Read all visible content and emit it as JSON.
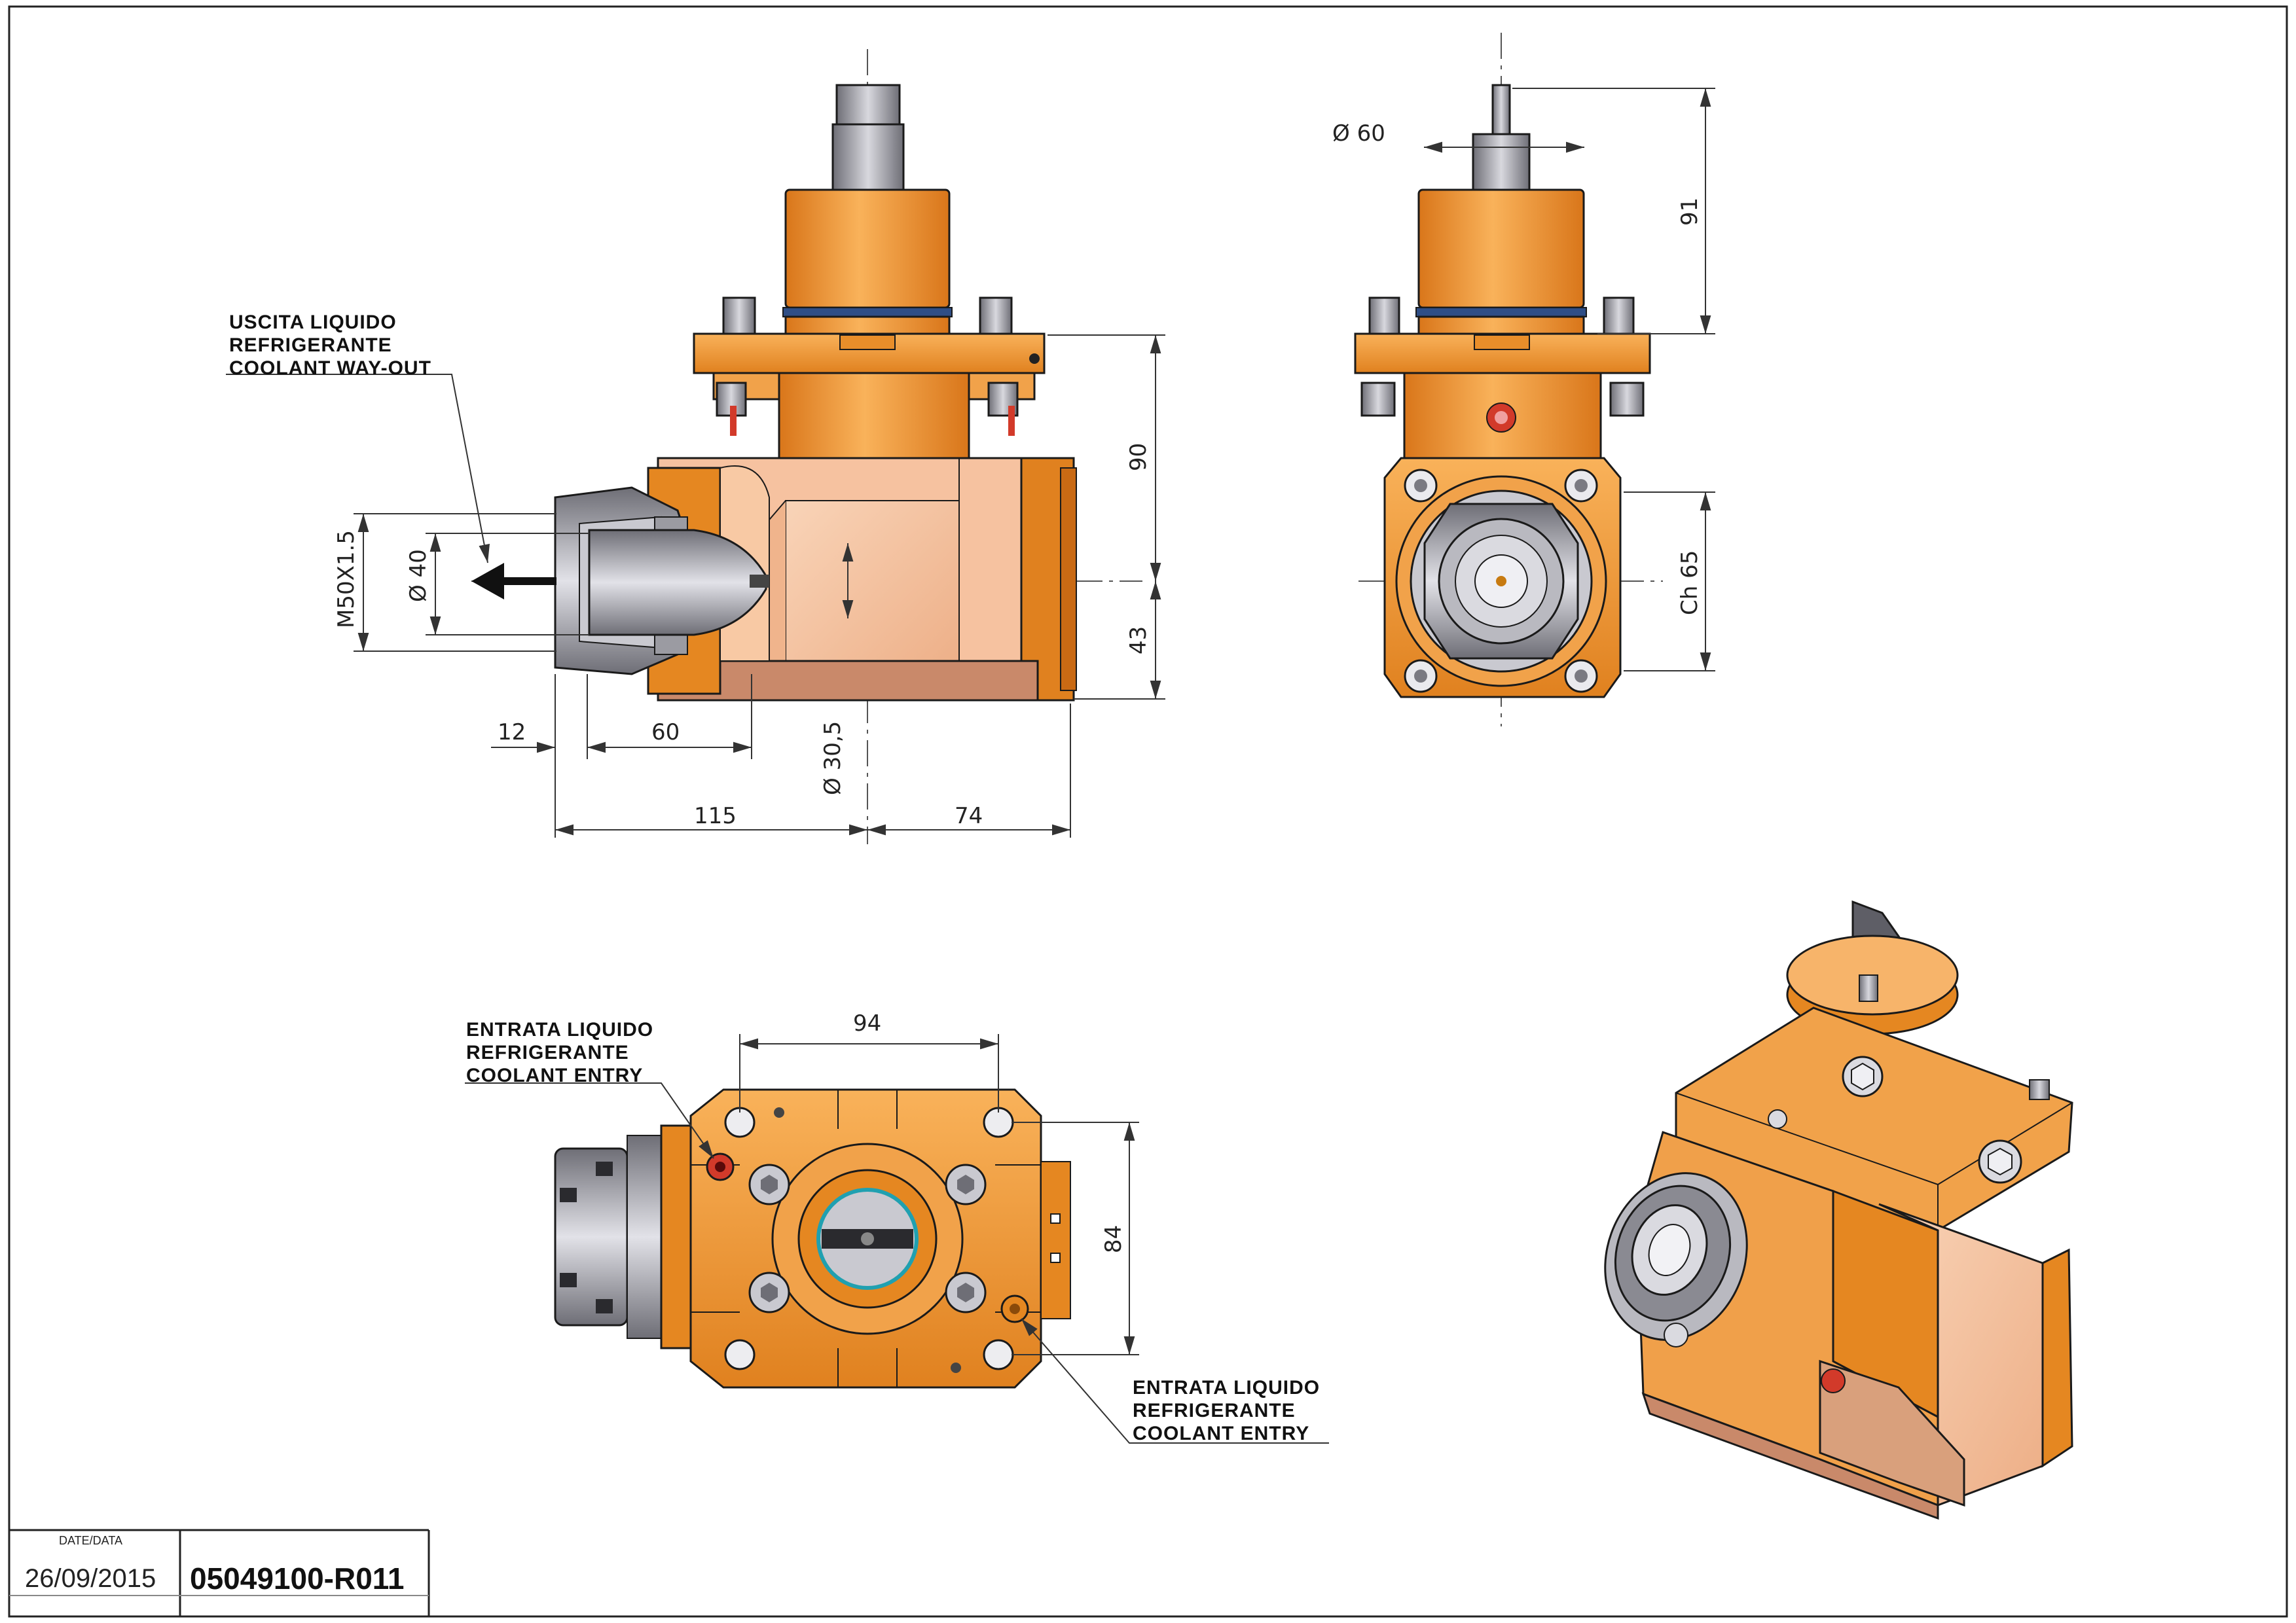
{
  "colors": {
    "body_orange": "#F59A2C",
    "body_light": "#F7B46A",
    "face_salmon": "#F6C2A0",
    "steel": "#A9A9B0",
    "dark_steel": "#5E5E66",
    "seal_blue": "#3A5F9A",
    "coolant_red": "#D23A2A"
  },
  "side_view": {
    "dims": {
      "m50": "M50X1.5",
      "d40": "Ø 40",
      "d305": "Ø 30,5",
      "l12": "12",
      "l60": "60",
      "l115": "115",
      "l74": "74",
      "h90": "90",
      "h43": "43"
    },
    "note_out": [
      "USCITA LIQUIDO",
      "REFRIGERANTE",
      "COOLANT WAY-OUT"
    ]
  },
  "front_view": {
    "dims": {
      "d60": "Ø 60",
      "h91": "91",
      "ch65": "Ch 65"
    }
  },
  "bottom_view": {
    "dims": {
      "w94": "94",
      "h84": "84"
    },
    "note_in_left": [
      "ENTRATA LIQUIDO",
      "REFRIGERANTE",
      "COOLANT ENTRY"
    ],
    "note_in_right": [
      "ENTRATA LIQUIDO",
      "REFRIGERANTE",
      "COOLANT ENTRY"
    ]
  },
  "title_block": {
    "date_label": "DATE/DATA",
    "date": "26/09/2015",
    "code": "05049100-R011"
  },
  "icons": [
    "coolant-arrow-icon"
  ]
}
